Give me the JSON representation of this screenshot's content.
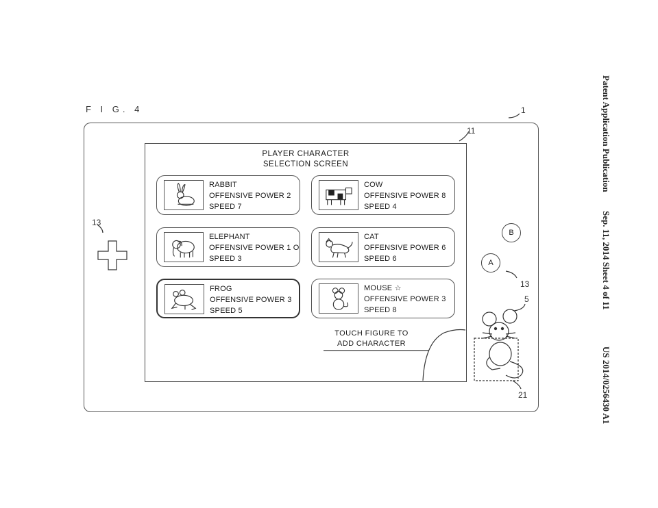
{
  "figure": {
    "label": "F I G. 4"
  },
  "header": {
    "publication": "Patent Application Publication",
    "date_sheet": "Sep. 11, 2014   Sheet 4 of 11",
    "number": "US 2014/0256430 A1"
  },
  "refs": {
    "device": "1",
    "screen": "11",
    "dpad": "13",
    "buttons": "13",
    "figure_item": "5",
    "reader": "21"
  },
  "screen": {
    "title_line1": "PLAYER CHARACTER",
    "title_line2": "SELECTION SCREEN",
    "hint_line1": "TOUCH FIGURE TO",
    "hint_line2": "ADD CHARACTER",
    "characters": [
      {
        "name": "RABBIT",
        "power": "OFFENSIVE POWER 2",
        "speed": "SPEED 7",
        "icon": "rabbit-icon"
      },
      {
        "name": "COW",
        "power": "OFFENSIVE POWER 8",
        "speed": "SPEED 4",
        "icon": "cow-icon"
      },
      {
        "name": "ELEPHANT",
        "power": "OFFENSIVE POWER 1 O",
        "speed": "SPEED 3",
        "icon": "elephant-icon"
      },
      {
        "name": "CAT",
        "power": "OFFENSIVE POWER 6",
        "speed": "SPEED 6",
        "icon": "cat-icon"
      },
      {
        "name": "FROG",
        "power": "OFFENSIVE POWER 3",
        "speed": "SPEED 5",
        "icon": "frog-icon"
      },
      {
        "name": "MOUSE  ☆",
        "power": "OFFENSIVE POWER 3",
        "speed": "SPEED 8",
        "icon": "mouse-icon"
      }
    ]
  },
  "controls": {
    "button_a": "A",
    "button_b": "B"
  }
}
